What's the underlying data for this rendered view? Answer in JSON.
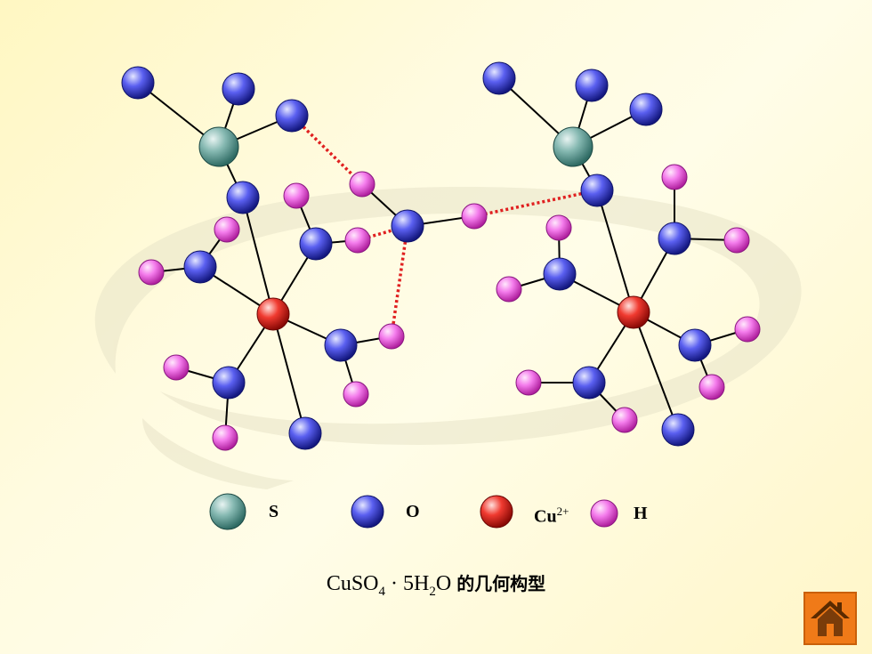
{
  "legend": {
    "s_label": "S",
    "o_label": "O",
    "cu_label": "Cu",
    "cu_charge": "2+",
    "h_label": "H"
  },
  "caption": {
    "formula_prefix": "CuSO",
    "formula_sub1": "4",
    "formula_dot": "·",
    "formula_mid": "5H",
    "formula_sub2": "2",
    "formula_end": "O",
    "title_cn": "的几何构型"
  },
  "colors": {
    "sulfur": "#6aa8a0",
    "oxygen": "#4a4fe0",
    "copper": "#e8322a",
    "hydrogen": "#f070e8",
    "hbond": "#e02020",
    "home_button": "#f07a18"
  },
  "home_button": {
    "icon": "home-icon"
  }
}
